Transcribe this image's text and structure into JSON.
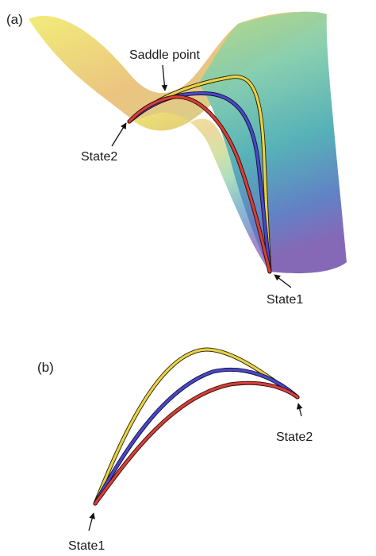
{
  "panel_a": {
    "label": "(a)",
    "saddle_label": "Saddle point",
    "state1_label": "State1",
    "state2_label": "State2"
  },
  "panel_b": {
    "label": "(b)",
    "state1_label": "State1",
    "state2_label": "State2"
  },
  "paths": [
    {
      "color": "#e8d34a",
      "dot_color": "#2d2400"
    },
    {
      "color": "#4a48c8",
      "dot_color": "#14123a"
    },
    {
      "color": "#d2413a",
      "dot_color": "#3a0a08"
    }
  ]
}
